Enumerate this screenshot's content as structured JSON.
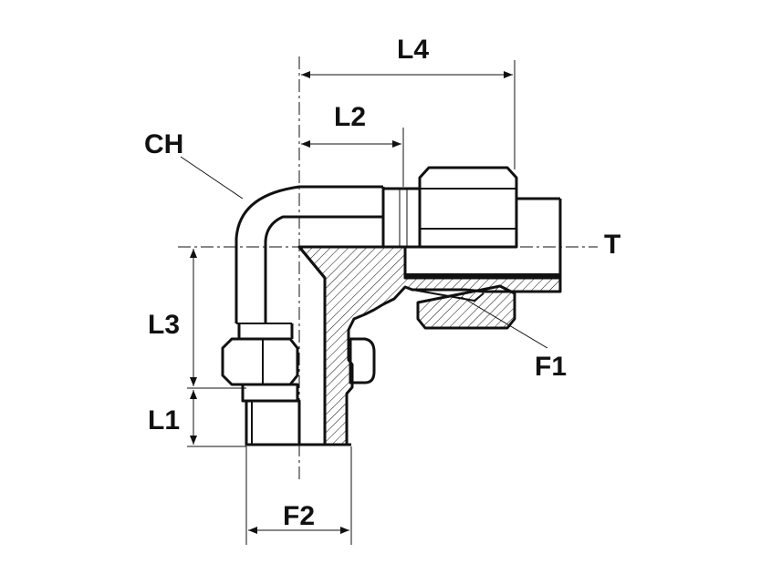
{
  "labels": {
    "l4": "L4",
    "l2": "L2",
    "ch": "CH",
    "t": "T",
    "l3": "L3",
    "l1": "L1",
    "f1": "F1",
    "f2": "F2"
  }
}
